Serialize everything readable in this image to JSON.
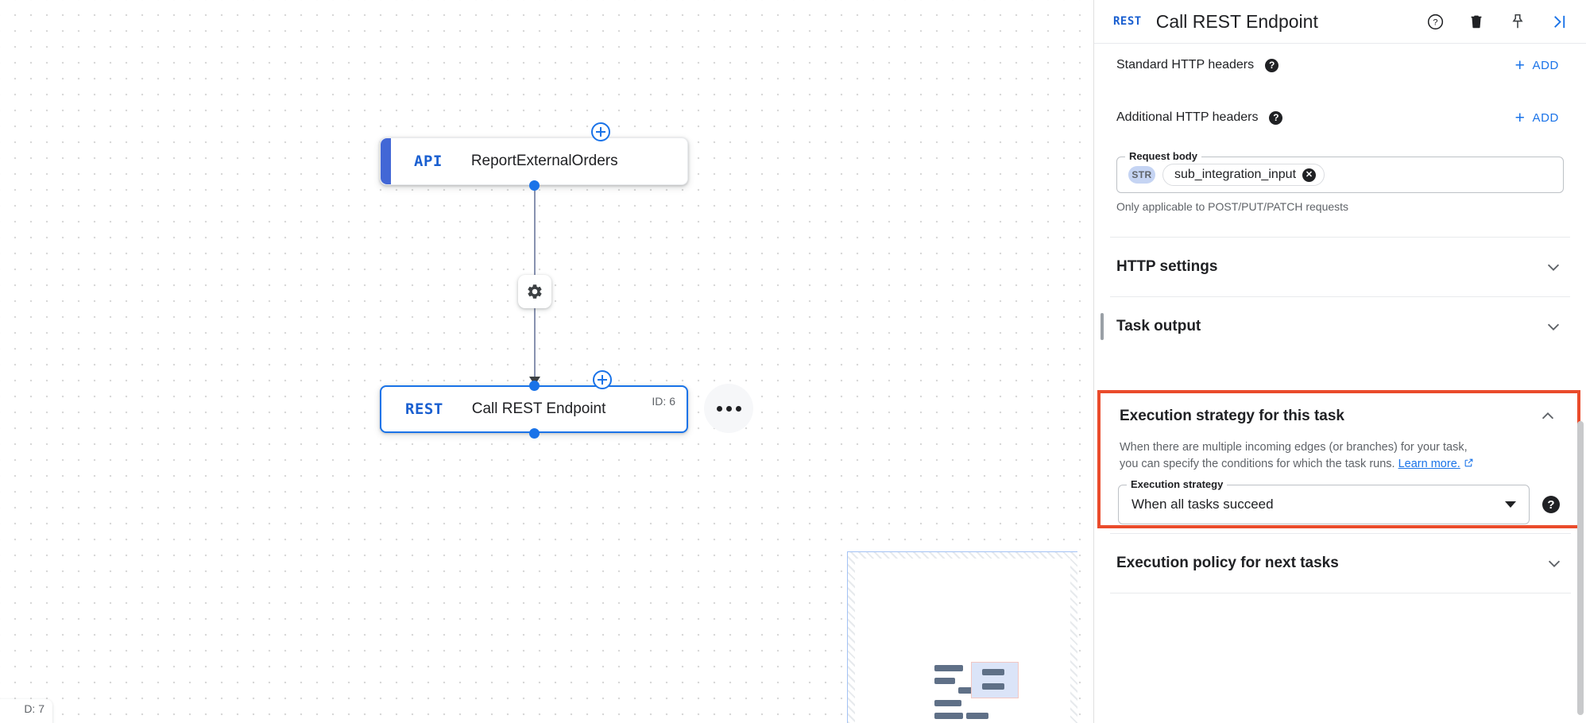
{
  "canvas": {
    "nodes": [
      {
        "badge": "API",
        "title": "ReportExternalOrders",
        "id_label": ""
      },
      {
        "badge": "REST",
        "title": "Call REST Endpoint",
        "id_label": "ID: 6"
      }
    ],
    "offscreen_node_id_label": "D: 7",
    "edge_settings_icon": "gear-icon",
    "node_menu_icon": "more-options-icon",
    "add_handle_icon": "plus-circle-icon"
  },
  "panel": {
    "header": {
      "badge": "REST",
      "title": "Call REST Endpoint",
      "icons": [
        "help-icon",
        "delete-icon",
        "pin-icon",
        "collapse-panel-icon"
      ]
    },
    "standard_headers": {
      "label": "Standard HTTP headers",
      "help": "?",
      "add_label": "ADD",
      "add_plus": "+"
    },
    "additional_headers": {
      "label": "Additional HTTP headers",
      "help": "?",
      "add_label": "ADD",
      "add_plus": "+"
    },
    "request_body": {
      "legend": "Request body",
      "type_badge": "STR",
      "chip_value": "sub_integration_input",
      "chip_remove": "✕",
      "helper": "Only applicable to POST/PUT/PATCH requests"
    },
    "http_settings": {
      "title": "HTTP settings",
      "state": "collapsed"
    },
    "task_output": {
      "title": "Task output",
      "state": "collapsed"
    },
    "execution_strategy": {
      "title": "Execution strategy for this task",
      "state": "expanded",
      "description_line1": "When there are multiple incoming edges (or branches) for your task,",
      "description_line2": "you can specify the conditions for which the task runs.",
      "learn_more": "Learn more.",
      "learn_more_icon": "external-link-icon",
      "field_legend": "Execution strategy",
      "field_value": "When all tasks succeed",
      "field_help": "?",
      "highlight_color": "#ea4b2b"
    },
    "execution_policy": {
      "title": "Execution policy for next tasks",
      "state": "collapsed"
    }
  },
  "colors": {
    "accent_blue": "#1a73e8",
    "highlight_red": "#ea4b2b",
    "text_primary": "#202124",
    "text_secondary": "#5f6368"
  }
}
